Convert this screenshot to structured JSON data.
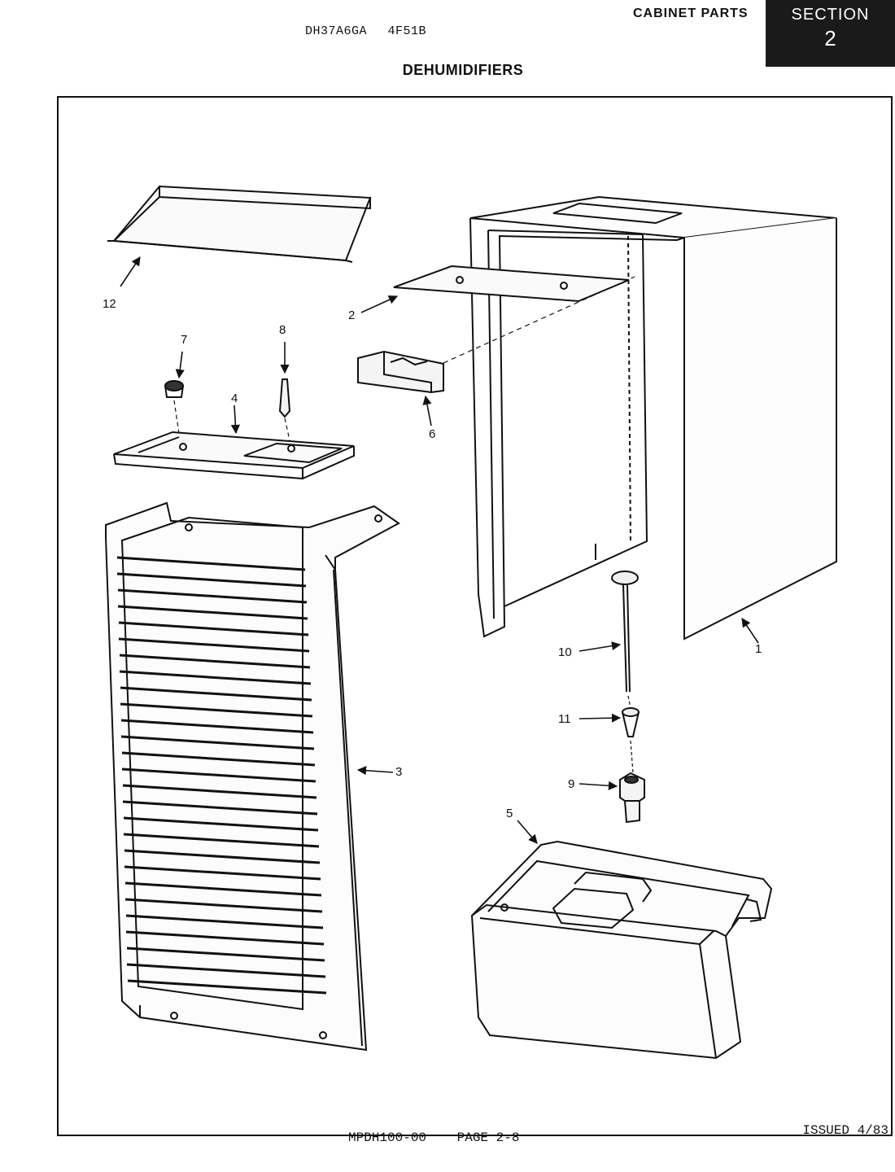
{
  "header": {
    "model_numbers": [
      "DH37A6GA",
      "4F51B"
    ],
    "category": "CABINET PARTS",
    "section_label": "SECTION",
    "section_number": "2",
    "title": "DEHUMIDIFIERS"
  },
  "callouts": [
    "1",
    "2",
    "3",
    "4",
    "5",
    "6",
    "7",
    "8",
    "9",
    "10",
    "11",
    "12"
  ],
  "footer": {
    "doc_id": "MPDH100-00",
    "page": "PAGE 2-8",
    "issued": "ISSUED 4/83"
  }
}
